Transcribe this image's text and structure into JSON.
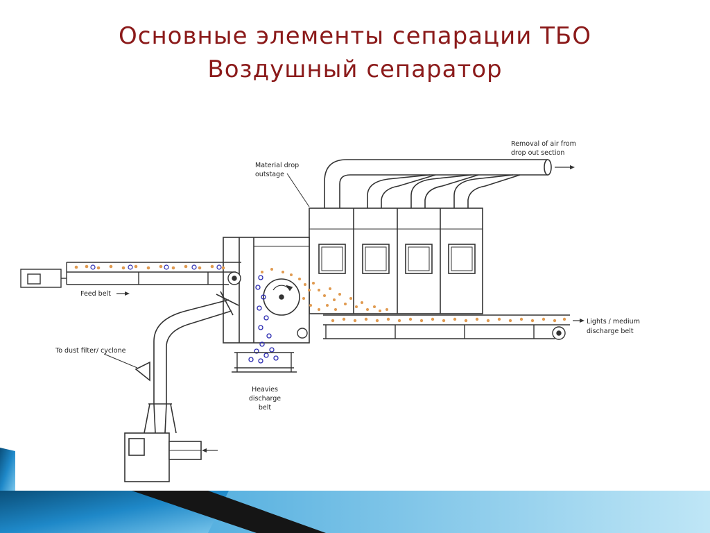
{
  "slide": {
    "title_line1": "Основные элементы сепарации ТБО",
    "title_line2": "Воздушный сепаратор"
  },
  "diagram": {
    "labels": {
      "removal_line1": "Removal of air from",
      "removal_line2": "drop out section",
      "material_line1": "Material drop",
      "material_line2": "outstage",
      "feed_belt": "Feed belt",
      "lights_line1": "Lights / medium",
      "lights_line2": "discharge belt",
      "dust_filter": "To dust filter/ cyclone",
      "heavies_line1": "Heavies",
      "heavies_line2": "discharge",
      "heavies_line3": "belt"
    }
  },
  "colors": {
    "title": "#8B1A1A",
    "line": "#333333",
    "particle_light": "#E09A50",
    "particle_heavy": "#2A2AB0",
    "accent_blue": "#1E88C8"
  }
}
